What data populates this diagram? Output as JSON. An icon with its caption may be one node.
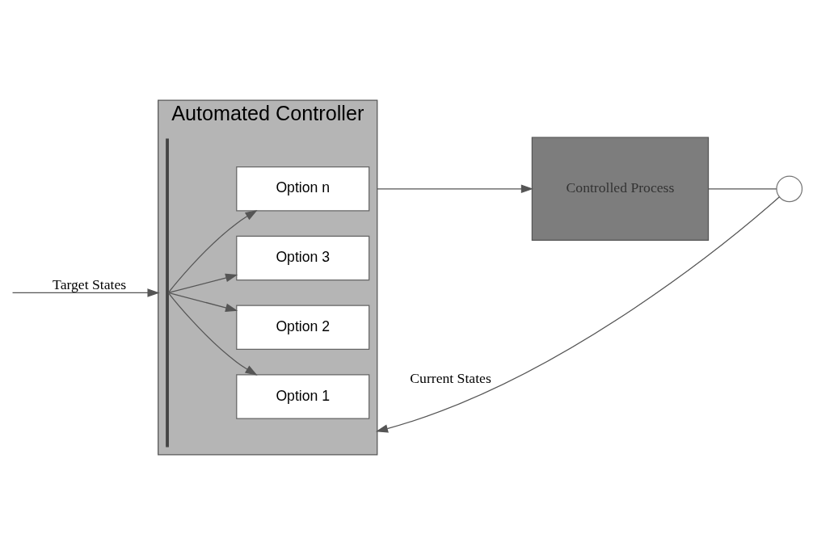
{
  "diagram": {
    "nodes": [
      {
        "text": [
          "Automated Controller"
        ]
      },
      {
        "text": [],
        "shape": "bar",
        "in": 0
      },
      {
        "text": [
          "Option 1"
        ],
        "in": 0
      },
      {
        "text": [
          "Option 2"
        ],
        "in": 0
      },
      {
        "text": [
          "Option 3"
        ],
        "in": 0
      },
      {
        "text": [
          "Option n"
        ],
        "in": 0
      },
      {
        "text": [
          "Controlled Process"
        ]
      },
      {
        "text": [],
        "shape": "circle"
      }
    ],
    "edges": [
      {
        "from": null,
        "to": 0,
        "arrow": "to",
        "label": "Target States"
      },
      {
        "from": 7,
        "to": 0,
        "arrow": "to",
        "label": "Current States"
      },
      {
        "from": 1,
        "to": 2,
        "arrow": "to"
      },
      {
        "from": 1,
        "to": 3,
        "arrow": "to"
      },
      {
        "from": 1,
        "to": 4,
        "arrow": "to"
      },
      {
        "from": 1,
        "to": 5,
        "arrow": "to"
      },
      {
        "from": 0,
        "to": 6,
        "arrow": "to"
      },
      {
        "from": 6,
        "to": 7,
        "arrow": "none"
      }
    ]
  }
}
